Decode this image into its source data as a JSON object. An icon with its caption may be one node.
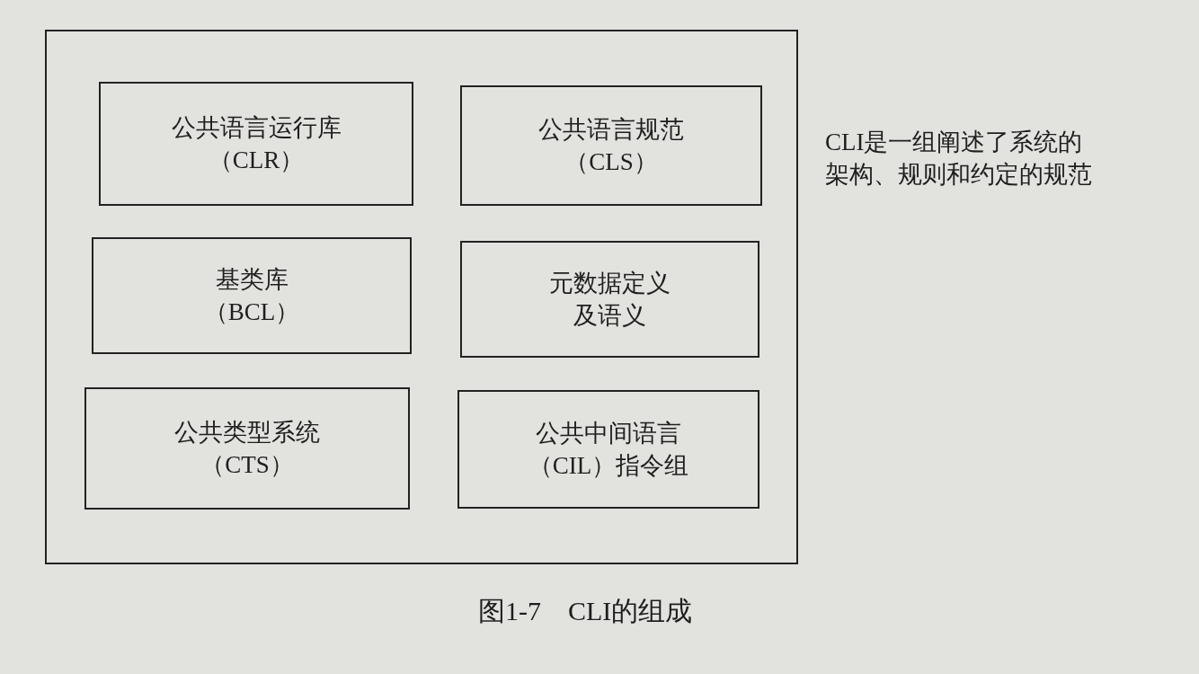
{
  "diagram": {
    "caption": "图1-7　CLI的组成",
    "nodes": [
      {
        "text": [],
        "shape": "box"
      },
      {
        "text": [
          "公共语言运行库（CLR）"
        ],
        "in": 0
      },
      {
        "text": [
          "公共语言规范（CLS）"
        ],
        "in": 0
      },
      {
        "text": [
          "基类库（BCL）"
        ],
        "in": 0
      },
      {
        "text": [
          "元数据定义及语义"
        ],
        "in": 0
      },
      {
        "text": [
          "公共类型系统（CTS）"
        ],
        "in": 0
      },
      {
        "text": [
          "公共中间语言（CIL）指令组"
        ],
        "in": 0
      }
    ],
    "labels": [
      "CLI是一组阐述了系统的架构、规则和约定的规范"
    ]
  }
}
